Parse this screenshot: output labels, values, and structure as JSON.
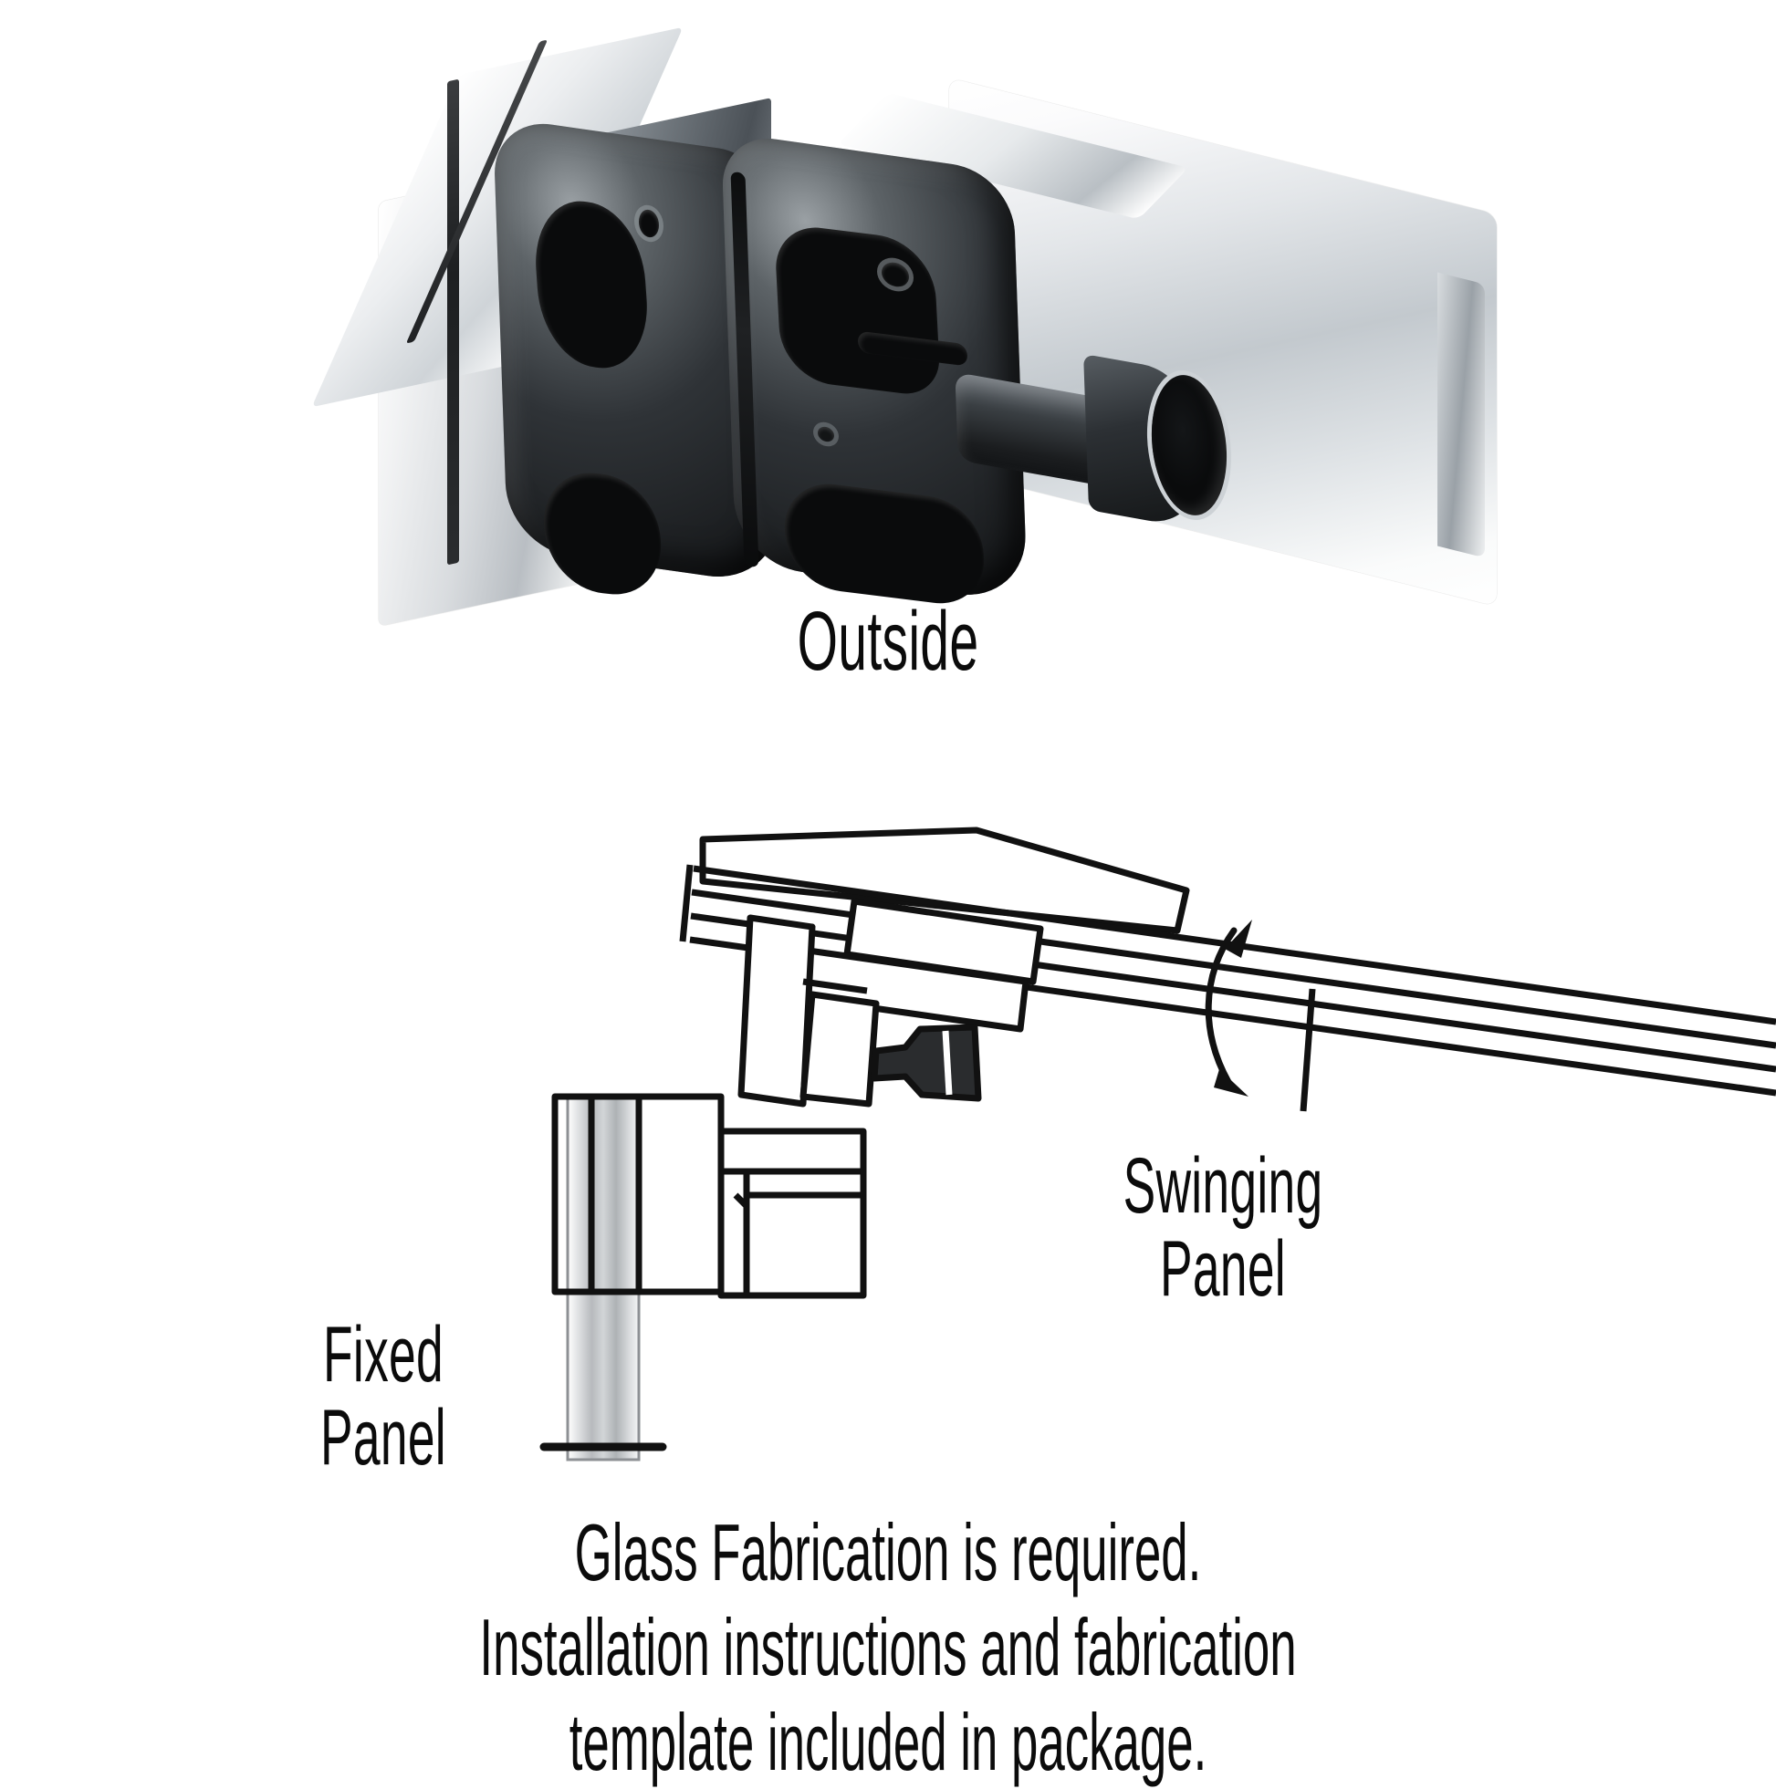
{
  "figure": {
    "type": "product-installation-diagram",
    "background_color": "#ffffff",
    "line_color": "#111111",
    "text_color": "#0b0b0b"
  },
  "photo": {
    "caption": "Outside",
    "subject": "glass-door-latch",
    "finish": "polished chrome",
    "latch_body_color": "#1d1f21",
    "plate_color": "#e6e9eb",
    "parts": {
      "left_plate": "chrome clamp plate",
      "right_plate": "chrome back plate",
      "latch_body": "black latch body",
      "knob": "thumb-turn knob",
      "gasket": "glass gasket"
    }
  },
  "diagram": {
    "swinging_panel_label": "Swinging\nPanel",
    "swinging_panel_label_line1": "Swinging",
    "swinging_panel_label_line2": "Panel",
    "fixed_panel_label": "Fixed\nPanel",
    "fixed_panel_label_line1": "Fixed",
    "fixed_panel_label_line2": "Panel",
    "swing_arrow": "double-headed curved arrow"
  },
  "notes": {
    "line1": "Glass Fabrication is required.",
    "line2": "Installation instructions and fabrication",
    "line3": "template included in package."
  }
}
